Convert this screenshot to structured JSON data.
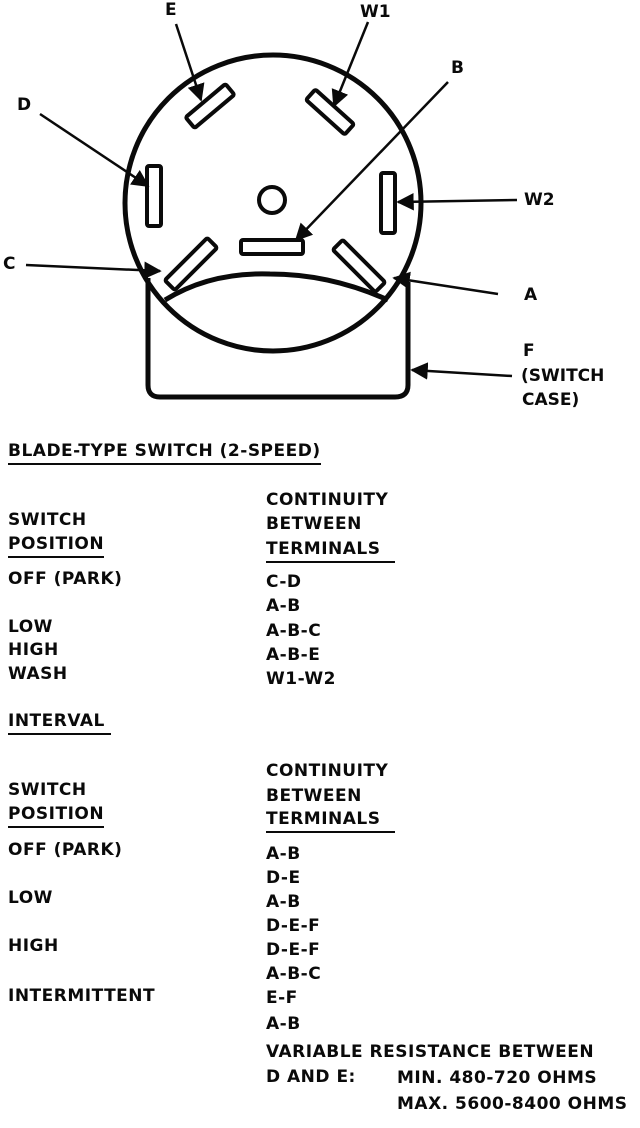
{
  "diagram": {
    "labels": {
      "e": "E",
      "w1": "W1",
      "b": "B",
      "d": "D",
      "w2": "W2",
      "c": "C",
      "a": "A",
      "f_line1": "F",
      "f_line2": "(SWITCH",
      "f_line3": "CASE)"
    }
  },
  "blade": {
    "title": "BLADE-TYPE SWITCH (2-SPEED)",
    "col1_line1": "SWITCH",
    "col1_line2": "POSITION",
    "col2_line1": "CONTINUITY",
    "col2_line2": "BETWEEN",
    "col2_line3": "TERMINALS",
    "rows": [
      {
        "position": "OFF (PARK)",
        "continuity": "C-D"
      },
      {
        "position": "",
        "continuity": "A-B"
      },
      {
        "position": "LOW",
        "continuity": "A-B-C"
      },
      {
        "position": "HIGH",
        "continuity": "A-B-E"
      },
      {
        "position": "WASH",
        "continuity": "W1-W2"
      }
    ]
  },
  "interval": {
    "title": "INTERVAL",
    "col1_line1": "SWITCH",
    "col1_line2": "POSITION",
    "col2_line1": "CONTINUITY",
    "col2_line2": "BETWEEN",
    "col2_line3": "TERMINALS",
    "rows": [
      {
        "position": "OFF (PARK)",
        "continuity": "A-B"
      },
      {
        "position": "",
        "continuity": "D-E"
      },
      {
        "position": "LOW",
        "continuity": "A-B"
      },
      {
        "position": "",
        "continuity": "D-E-F"
      },
      {
        "position": "HIGH",
        "continuity": "D-E-F"
      },
      {
        "position": "",
        "continuity": "A-B-C"
      },
      {
        "position": "INTERMITTENT",
        "continuity": "E-F"
      },
      {
        "position": "",
        "continuity": "A-B"
      }
    ],
    "note_line1": "VARIABLE RESISTANCE BETWEEN",
    "note_line2_left": "D AND E:",
    "note_min": "MIN. 480-720 OHMS",
    "note_max": "MAX. 5600-8400 OHMS"
  }
}
